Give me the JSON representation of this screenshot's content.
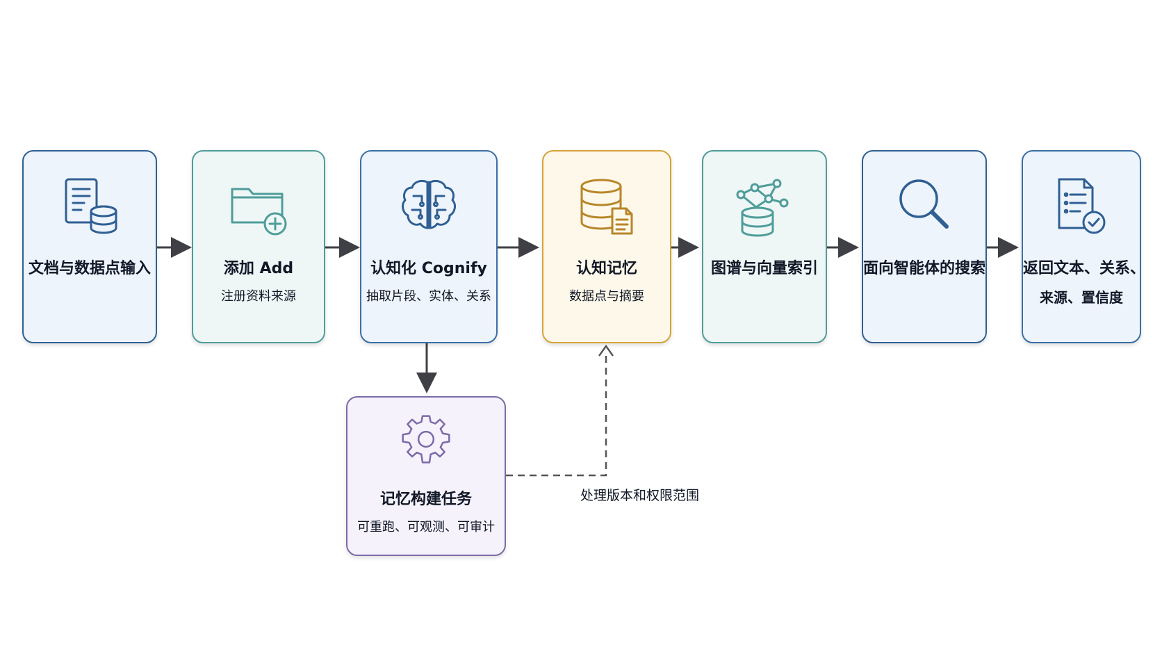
{
  "nodes": [
    {
      "title": "文档与数据点输入",
      "subtitle": ""
    },
    {
      "title": "添加 Add",
      "subtitle": "注册资料来源"
    },
    {
      "title": "认知化 Cognify",
      "subtitle": "抽取片段、实体、关系"
    },
    {
      "title": "认知记忆",
      "subtitle": "数据点与摘要"
    },
    {
      "title": "图谱与向量索引",
      "subtitle": ""
    },
    {
      "title": "面向智能体的搜索",
      "subtitle": ""
    },
    {
      "title": "返回文本、关系、",
      "subtitle": "来源、置信度"
    },
    {
      "title": "记忆构建任务",
      "subtitle": "可重跑、可观测、可审计"
    }
  ],
  "edges": {
    "dashed_label": "处理版本和权限范围"
  },
  "icons": [
    "document-database-icon",
    "folder-add-icon",
    "brain-circuit-icon",
    "database-document-icon",
    "graph-database-icon",
    "search-icon",
    "checklist-check-icon",
    "gear-icon"
  ],
  "colors": {
    "blue": "#2f5f93",
    "teal": "#4f9c9a",
    "gold": "#d6a33a",
    "purple": "#7d6aa8",
    "arrow": "#3f3f46"
  }
}
